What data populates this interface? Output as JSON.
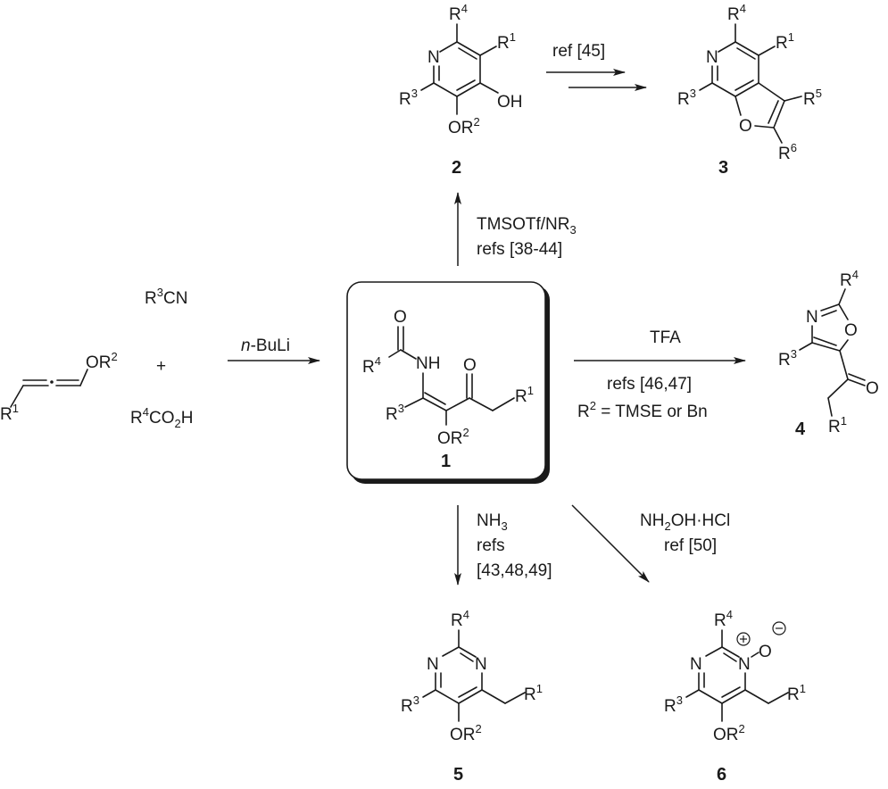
{
  "scheme": {
    "starting_materials": {
      "allene": {
        "substituents": [
          "R1",
          "OR2"
        ]
      },
      "nitrile": "R3CN",
      "plus": "+",
      "acid": "R4CO2H"
    },
    "main_reaction": {
      "reagent": "n-BuLi",
      "product": "1"
    },
    "compounds": [
      {
        "id": "1",
        "label": "1",
        "name": "β-alkoxy-β-ketoenamide"
      },
      {
        "id": "2",
        "label": "2",
        "name": "4-hydroxypyridine"
      },
      {
        "id": "3",
        "label": "3",
        "name": "furo[2,3-c]pyridine"
      },
      {
        "id": "4",
        "label": "4",
        "name": "5-acyloxazole"
      },
      {
        "id": "5",
        "label": "5",
        "name": "pyrimidine"
      },
      {
        "id": "6",
        "label": "6",
        "name": "pyrimidine N-oxide"
      }
    ],
    "reactions": [
      {
        "from": "1",
        "to": "2",
        "conditions": [
          "TMSOTf/NR3",
          "refs [38-44]"
        ]
      },
      {
        "from": "2",
        "to": "3",
        "conditions": [
          "ref [45]"
        ],
        "multistep": true
      },
      {
        "from": "1",
        "to": "4",
        "conditions": [
          "TFA",
          "refs [46,47]",
          "R2 = TMSE or Bn"
        ]
      },
      {
        "from": "1",
        "to": "5",
        "conditions": [
          "NH3",
          "refs",
          "[43,48,49]"
        ]
      },
      {
        "from": "1",
        "to": "6",
        "conditions": [
          "NH2OH·HCl",
          "ref [50]"
        ]
      }
    ],
    "text": {
      "nbuli_n": "n",
      "nbuli_rest": "-BuLi",
      "tmsotf": "TMSOTf/NR",
      "tmsotf_sub": "3",
      "refs_38_44": "refs [38-44]",
      "ref_45": "ref [45]",
      "tfa": "TFA",
      "refs_46_47": "refs [46,47]",
      "r2_eq_r": "R",
      "r2_eq_sup": "2",
      "r2_eq_rest": " = TMSE or Bn",
      "nh3": "NH",
      "nh3_sub": "3",
      "refs_word": "refs",
      "refs_43_48_49": "[43,48,49]",
      "nh2oh_a": "NH",
      "nh2oh_sub": "2",
      "nh2oh_b": "OH·HCl",
      "ref_50": "ref [50]",
      "plus": "+",
      "R": "R",
      "O": "O",
      "N": "N",
      "NH": "NH",
      "OH": "OH",
      "OR": "OR",
      "CN": "CN",
      "CO": "CO",
      "H": "H",
      "s1": "1",
      "s2": "2",
      "s3": "3",
      "s4": "4",
      "s5": "5",
      "s6": "6",
      "plus_charge": "+",
      "minus_charge": "−"
    }
  }
}
